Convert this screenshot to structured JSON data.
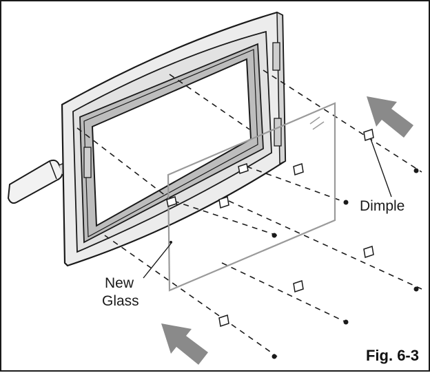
{
  "labels": {
    "dimple": "Dimple",
    "new_glass_line1": "New",
    "new_glass_line2": "Glass",
    "figure": "Fig. 6-3"
  },
  "colors": {
    "line": "#1a1a1a",
    "door_face": "#e9e9e9",
    "glass": "#9a9a9a",
    "arrow": "#8a8a8a"
  }
}
